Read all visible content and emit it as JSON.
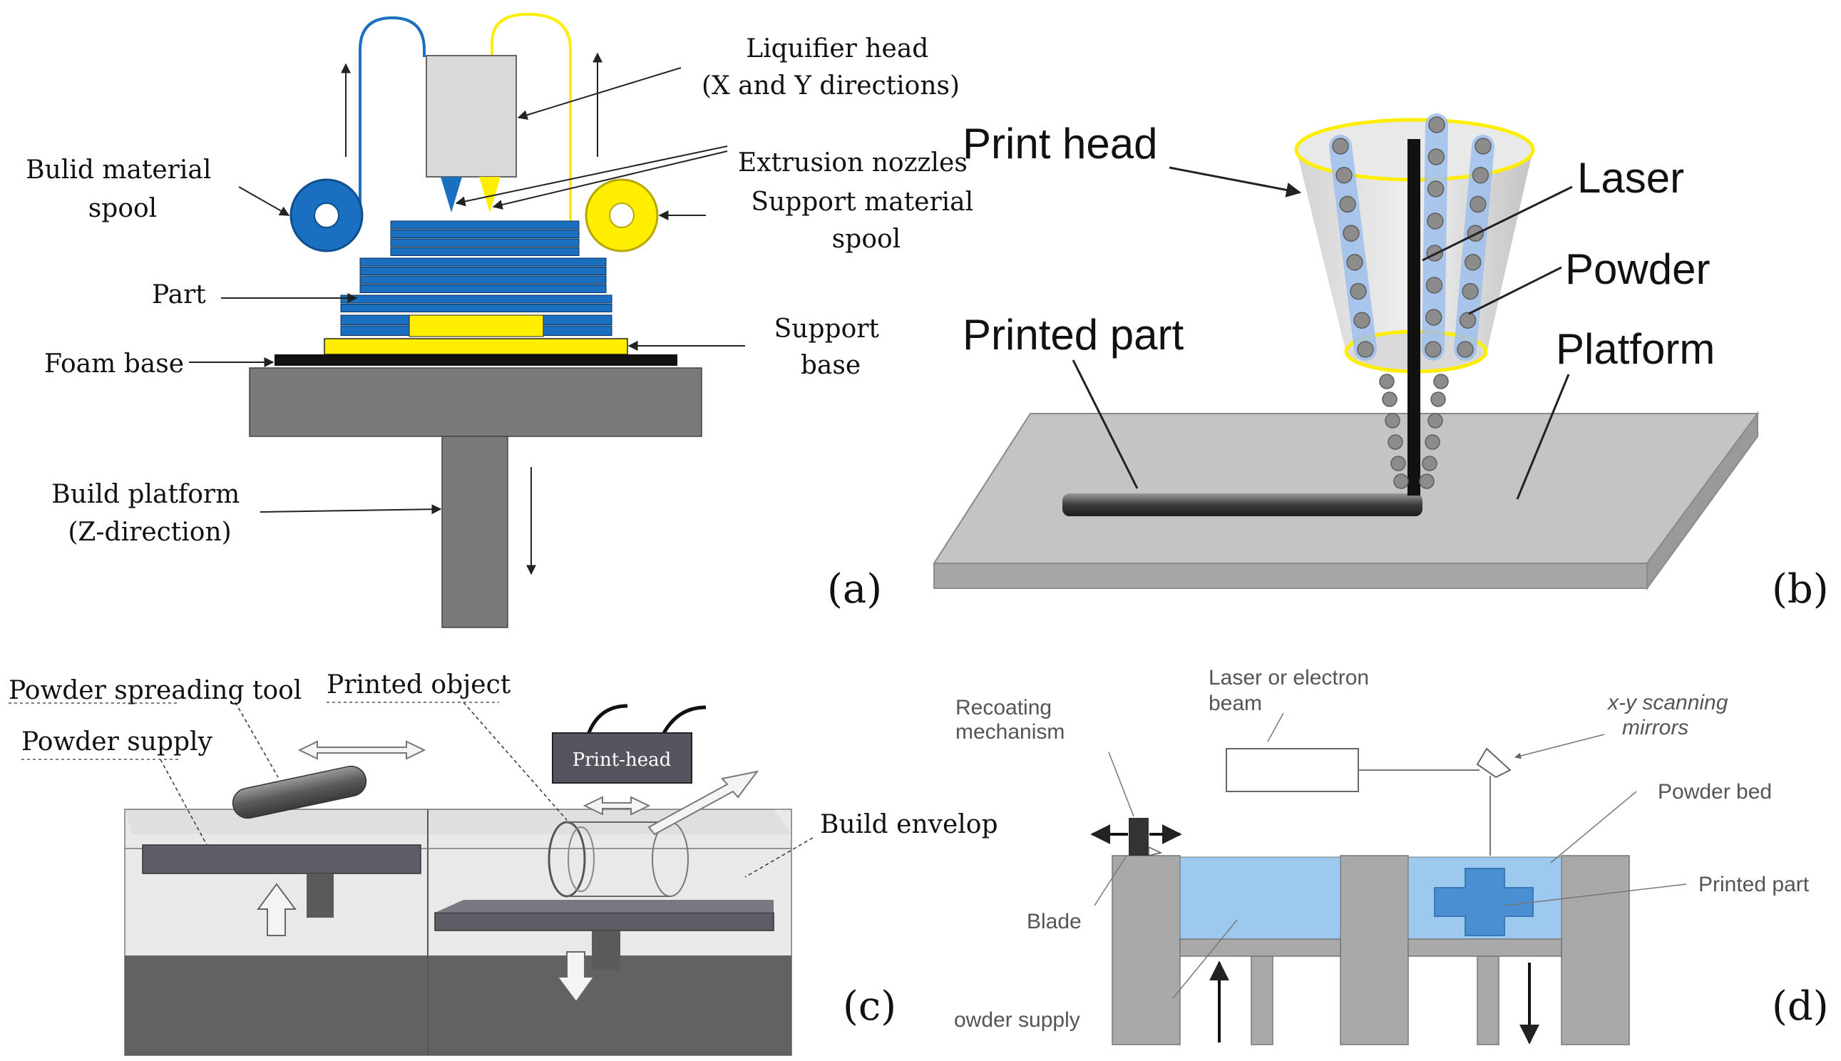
{
  "panel_a": {
    "tag": "(a)",
    "liquifier_head": [
      "Liquifier head",
      "(X and Y directions)"
    ],
    "extrusion_nozzles": "Extrusion nozzles",
    "build_material_spool": [
      "Bulid material",
      "spool"
    ],
    "support_material_spool": [
      "Support material",
      "spool"
    ],
    "part": "Part",
    "support_base": [
      "Support",
      "base"
    ],
    "foam_base": "Foam base",
    "build_platform": [
      "Build platform",
      "(Z-direction)"
    ],
    "colors": {
      "build": "#1a6fc1",
      "support": "#ffee00",
      "platform": "#7a7a7a",
      "head": "#d9d9d9"
    }
  },
  "panel_b": {
    "tag": "(b)",
    "print_head": "Print head",
    "laser": "Laser",
    "powder": "Powder",
    "printed_part": "Printed part",
    "platform": "Platform"
  },
  "panel_c": {
    "tag": "(c)",
    "powder_spreading_tool": "Powder spreading tool",
    "printed_object": "Printed object",
    "powder_supply": "Powder supply",
    "print_head": "Print-head",
    "build_envelop": "Build envelop"
  },
  "panel_d": {
    "tag": "(d)",
    "laser_beam": [
      "Laser or electron",
      "beam"
    ],
    "scanning_mirrors": [
      "x-y scanning",
      "mirrors"
    ],
    "recoating_mechanism": [
      "Recoating",
      "mechanism"
    ],
    "powder_bed": "Powder bed",
    "printed_part": "Printed part",
    "blade": "Blade",
    "powder_supply": "owder supply"
  }
}
